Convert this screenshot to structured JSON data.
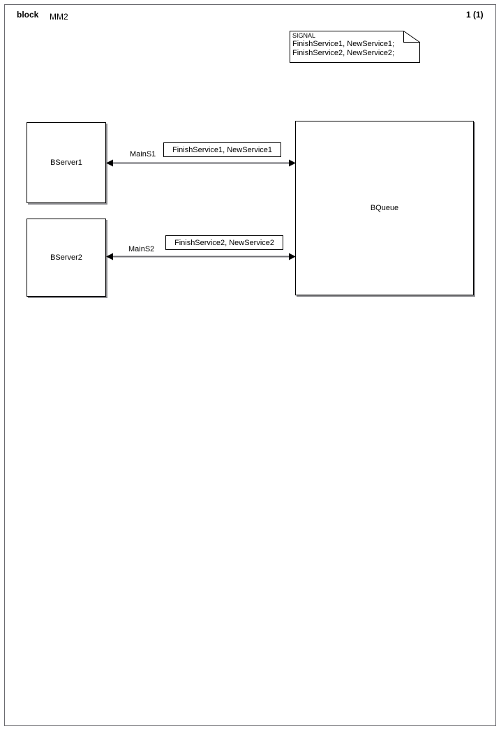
{
  "header": {
    "kind": "block",
    "name": "MM2",
    "page_indicator": "1 (1)"
  },
  "note": {
    "title": "SIGNAL",
    "lines": [
      "FinishService1, NewService1;",
      "FinishService2, NewService2;"
    ]
  },
  "blocks": [
    {
      "id": "bserver1",
      "label": "BServer1"
    },
    {
      "id": "bserver2",
      "label": "BServer2"
    },
    {
      "id": "bqueue",
      "label": "BQueue"
    }
  ],
  "channels": [
    {
      "id": "mains1",
      "name": "MainS1",
      "signals": "FinishService1, NewService1",
      "from": "BServer1",
      "to": "BQueue",
      "bidirectional": true
    },
    {
      "id": "mains2",
      "name": "MainS2",
      "signals": "FinishService2, NewService2",
      "from": "BServer2",
      "to": "BQueue",
      "bidirectional": true
    }
  ],
  "colors": {
    "line": "#000000",
    "channel_line": "#6b6b70",
    "frame": "#6b6b70",
    "shadow": "#8a8a8e",
    "background": "#ffffff"
  }
}
